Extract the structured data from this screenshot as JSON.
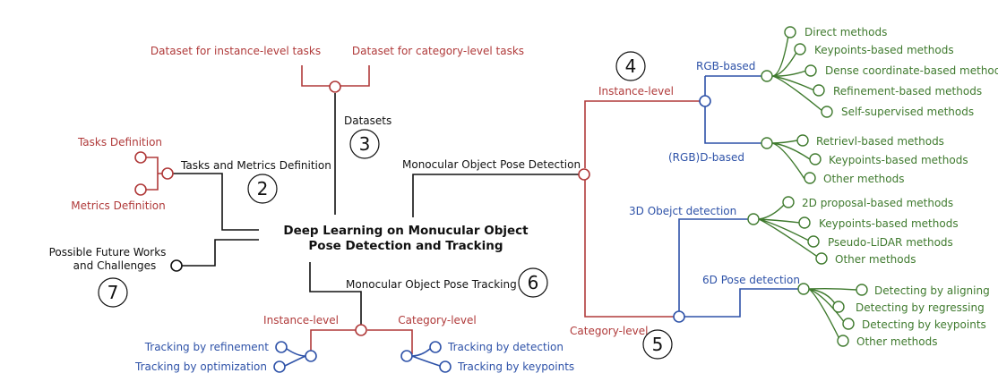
{
  "title_line1": "Deep Learning on Monucular Object",
  "title_line2": "Pose Detection and Tracking",
  "sections": {
    "datasets": {
      "label": "Datasets",
      "number": "3",
      "children": [
        "Dataset for instance-level tasks",
        "Dataset for category-level tasks"
      ]
    },
    "tasks": {
      "label": "Tasks and Metrics Definition",
      "number": "2",
      "children": [
        "Tasks Definition",
        "Metrics Definition"
      ]
    },
    "future": {
      "label_line1": "Possible Future Works",
      "label_line2": "and Challenges",
      "number": "7"
    },
    "tracking": {
      "label": "Monocular Object Pose Tracking",
      "number": "6",
      "instance": {
        "label": "Instance-level",
        "children": [
          "Tracking by refinement",
          "Tracking by optimization"
        ]
      },
      "category": {
        "label": "Category-level",
        "children": [
          "Tracking by detection",
          "Tracking by keypoints"
        ]
      }
    },
    "detection": {
      "label": "Monocular Object Pose Detection",
      "instance": {
        "label": "Instance-level",
        "number": "4",
        "rgb": {
          "label": "RGB-based",
          "children": [
            "Direct methods",
            "Keypoints-based methods",
            "Dense coordinate-based methods",
            "Refinement-based methods",
            "Self-supervised methods"
          ]
        },
        "rgbd": {
          "label": "(RGB)D-based",
          "children": [
            "Retrievl-based methods",
            "Keypoints-based methods",
            "Other methods"
          ]
        }
      },
      "category": {
        "label": "Category-level",
        "number": "5",
        "det3d": {
          "label": "3D Obejct detection",
          "children": [
            "2D proposal-based methods",
            "Keypoints-based methods",
            "Pseudo-LiDAR methods",
            "Other methods"
          ]
        },
        "det6d": {
          "label": "6D Pose detection",
          "children": [
            "Detecting by aligning",
            "Detecting by regressing",
            "Detecting by keypoints",
            "Other methods"
          ]
        }
      }
    }
  }
}
